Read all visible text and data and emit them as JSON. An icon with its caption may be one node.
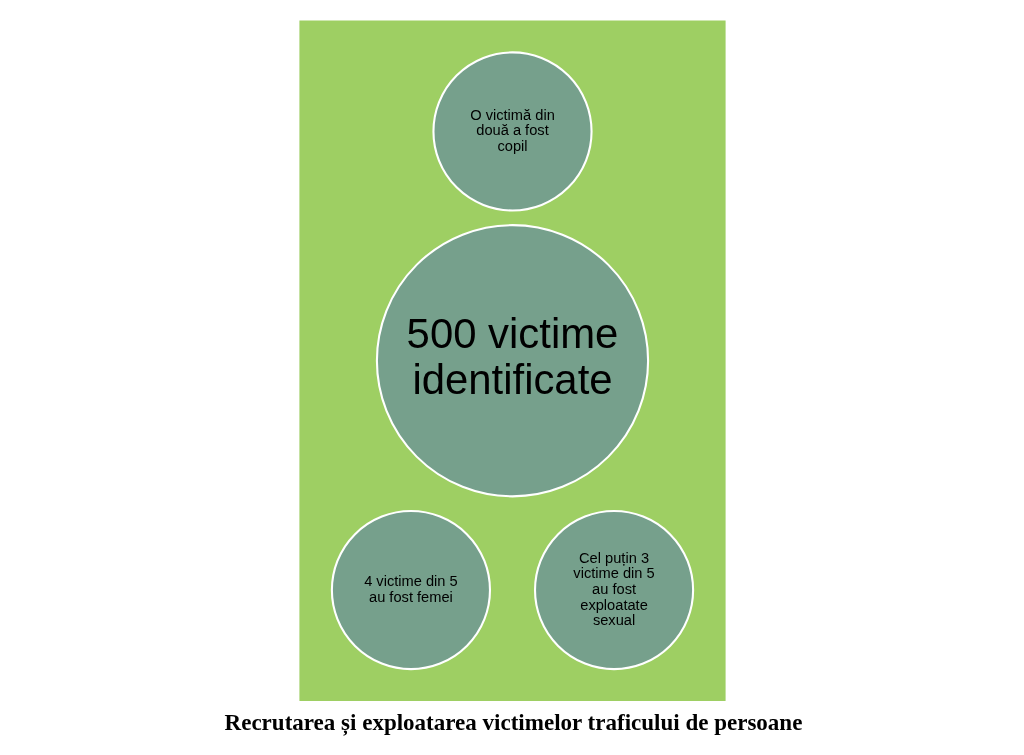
{
  "diagram": {
    "caption": "Recrutarea și exploatarea victimelor traficului de persoane",
    "nodes": [
      {
        "text": [],
        "shape": "box"
      },
      {
        "text": [
          "500 victime identificate"
        ],
        "in": 0
      },
      {
        "text": [
          "O victimă din două a fost copil"
        ],
        "in": 0
      },
      {
        "text": [
          "4 victime din 5 au fost femei"
        ],
        "in": 0
      },
      {
        "text": [
          "Cel puțin 3 victime din 5 au fost exploatate sexual"
        ],
        "in": 0
      }
    ]
  }
}
